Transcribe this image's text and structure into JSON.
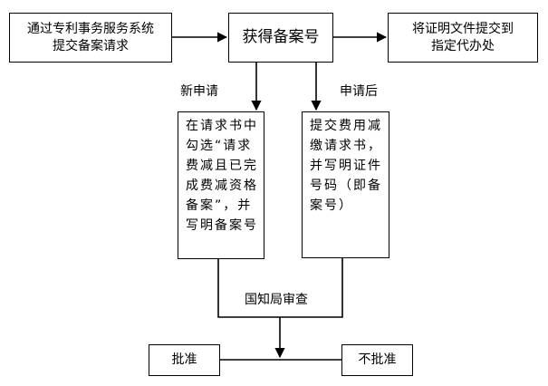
{
  "nodes": {
    "submit_request": "通过专利事务服务系统\n提交备案请求",
    "get_record_no": "获得备案号",
    "submit_proof": "将证明文件提交到\n指定代办处",
    "new_application": "在请求书中勾选“请求费减且已完成费减资格备案”，并写明备案号",
    "after_application": "提交费用减缴请求书，并写明证件号码（即备案号）",
    "review": "国知局审查",
    "approve": "批准",
    "reject": "不批准"
  },
  "edges": {
    "new_application_label": "新申请",
    "after_application_label": "申请后"
  }
}
